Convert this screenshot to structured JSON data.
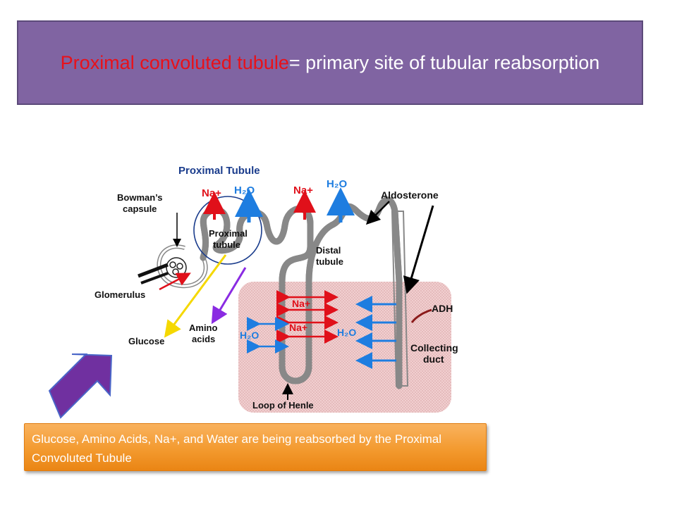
{
  "title": {
    "highlight": "Proximal convoluted tubule",
    "rest": "= primary site of tubular reabsorption"
  },
  "diagram": {
    "labels": {
      "proximal_tubule_header": "Proximal Tubule",
      "bowmans_capsule_1": "Bowman’s",
      "bowmans_capsule_2": "capsule",
      "na_1": "Na+",
      "h2o_1": "H₂O",
      "na_2": "Na+",
      "h2o_2": "H₂O",
      "aldosterone": "Aldosterone",
      "proximal_tubule_1": "Proximal",
      "proximal_tubule_2": "tubule",
      "distal_tubule_1": "Distal",
      "distal_tubule_2": "tubule",
      "glomerulus": "Glomerulus",
      "amino_acids_1": "Amino",
      "amino_acids_2": "acids",
      "glucose": "Glucose",
      "h2o_3": "H₂O",
      "na_3": "Na+",
      "na_4": "Na+",
      "h2o_4": "H₂O",
      "adh": "ADH",
      "collecting_duct_1": "Collecting",
      "collecting_duct_2": "duct",
      "loop_of_henle": "Loop of Henle"
    },
    "colors": {
      "red_arrow": "#e0101a",
      "blue_arrow": "#1e7de0",
      "navy_text": "#1a3c8c",
      "yellow_arrow": "#f5d800",
      "purple_arrow": "#8a2be2",
      "medulla_fill": "#f1cfd0"
    }
  },
  "caption": {
    "text": "Glucose, Amino Acids, Na+, and Water are being reabsorbed by the Proximal Convoluted Tubule"
  },
  "pointer": {
    "icon": "purple-up-right-arrow-icon",
    "color": "#7030a0"
  }
}
